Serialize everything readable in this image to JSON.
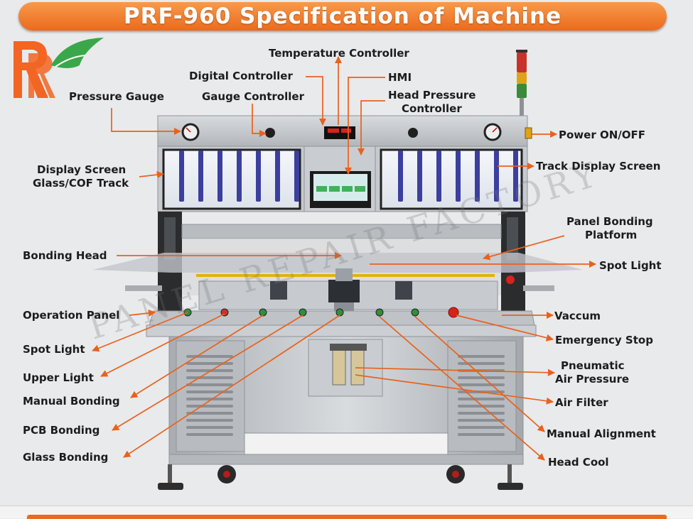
{
  "title": "PRF-960 Specification of Machine",
  "watermark": "PANEL REPAIR FACTORY",
  "colors": {
    "accent": "#ec6a1c",
    "arrow": "#e8621d",
    "logo_orange": "#f26522",
    "logo_green": "#3aa84a",
    "label_text": "#1c1c1c"
  },
  "labels": {
    "pressure_gauge": "Pressure Gauge",
    "digital_controller": "Digital Controller",
    "temperature_controller": "Temperature Controller",
    "hmi": "HMI",
    "gauge_controller": "Gauge Controller",
    "head_pressure_line1": "Head Pressure",
    "head_pressure_line2": "Controller",
    "power": "Power ON/OFF",
    "display_screen_line1": "Display Screen",
    "display_screen_line2": "Glass/COF Track",
    "track_display": "Track Display Screen",
    "panel_bonding_line1": "Panel Bonding",
    "panel_bonding_line2": "Platform",
    "bonding_head": "Bonding Head",
    "spot_light_right": "Spot Light",
    "operation_panel": "Operation Panel",
    "vaccum": "Vaccum",
    "spot_light_left": "Spot Light",
    "emergency_stop": "Emergency Stop",
    "upper_light": "Upper Light",
    "pneumatic_line1": "Pneumatic",
    "pneumatic_line2": "Air Pressure",
    "manual_bonding": "Manual Bonding",
    "air_filter": "Air Filter",
    "pcb_bonding": "PCB Bonding",
    "manual_alignment": "Manual Alignment",
    "glass_bonding": "Glass Bonding",
    "head_cool": "Head Cool"
  }
}
